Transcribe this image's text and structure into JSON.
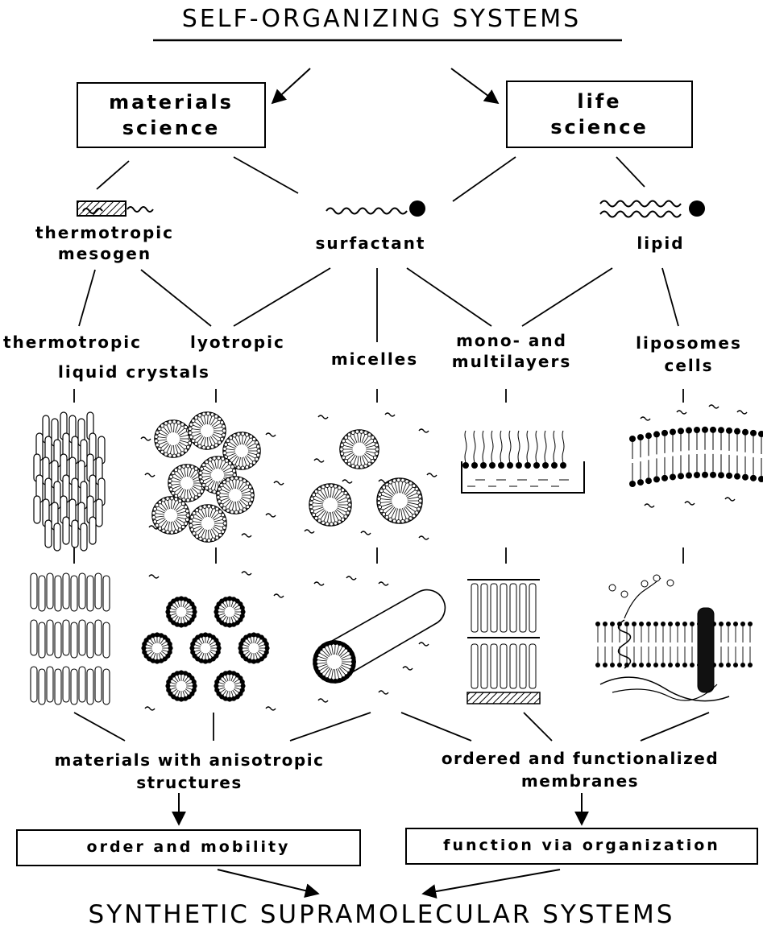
{
  "title_top": "SELF-ORGANIZING SYSTEMS",
  "title_bottom": "SYNTHETIC SUPRAMOLECULAR SYSTEMS",
  "boxes": {
    "materials_science": [
      "materials",
      "science"
    ],
    "life_science": [
      "life",
      "science"
    ],
    "order_mobility": "order and mobility",
    "function_organization": "function via organization"
  },
  "molecules": {
    "mesogen": [
      "thermotropic",
      "mesogen"
    ],
    "surfactant": "surfactant",
    "lipid": "lipid"
  },
  "phases": {
    "thermotropic": [
      "thermotropic",
      "liquid crystals"
    ],
    "lyotropic": "lyotropic",
    "micelles": "micelles",
    "layers": [
      "mono- and",
      "multilayers"
    ],
    "liposomes": [
      "liposomes",
      "cells"
    ]
  },
  "outcomes": {
    "materials": [
      "materials with anisotropic",
      "structures"
    ],
    "membranes": [
      "ordered and functionalized",
      "membranes"
    ]
  }
}
